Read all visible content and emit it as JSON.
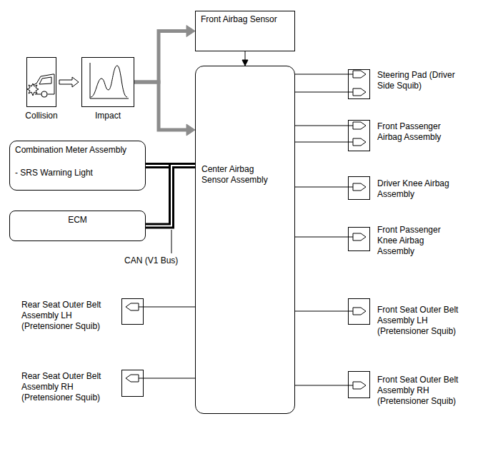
{
  "diagram": {
    "nodes": [
      {
        "text": [
          "Front Airbag Sensor"
        ]
      },
      {
        "text": [
          "Collision"
        ]
      },
      {
        "text": [
          "Impact"
        ]
      },
      {
        "text": [
          "Center Airbag Sensor Assembly"
        ]
      },
      {
        "text": [
          "Steering Pad (Driver Side Squib)"
        ]
      },
      {
        "text": [
          "Front Passenger Airbag Assembly"
        ]
      },
      {
        "text": [
          "Combination Meter Assembly",
          "- SRS Warning Light"
        ]
      },
      {
        "text": [
          "Driver Knee Airbag Assembly"
        ]
      },
      {
        "text": [
          "ECM"
        ]
      },
      {
        "text": [
          "Front Passenger Knee Airbag Assembly"
        ]
      },
      {
        "text": [
          "Rear Seat Outer Belt Assembly LH (Pretensioner Squib)"
        ]
      },
      {
        "text": [
          "Front Seat Outer Belt Assembly LH (Pretensioner Squib)"
        ]
      },
      {
        "text": [
          "Rear Seat Outer Belt Assembly RH (Pretensioner Squib)"
        ]
      },
      {
        "text": [
          "Front Seat Outer Belt Assembly RH (Pretensioner Squib)"
        ]
      }
    ],
    "edges": [
      {
        "from": 1,
        "to": 2,
        "arrow": "to"
      },
      {
        "from": 2,
        "to": 0,
        "arrow": "to"
      },
      {
        "from": 2,
        "to": 3,
        "arrow": "to"
      },
      {
        "from": 0,
        "to": 3,
        "arrow": "to"
      },
      {
        "from": 3,
        "to": 4,
        "arrow": "none"
      },
      {
        "from": 3,
        "to": 5,
        "arrow": "none"
      },
      {
        "from": 3,
        "to": 7,
        "arrow": "none"
      },
      {
        "from": 3,
        "to": 9,
        "arrow": "none"
      },
      {
        "from": 3,
        "to": 10,
        "arrow": "none"
      },
      {
        "from": 3,
        "to": 11,
        "arrow": "none"
      },
      {
        "from": 3,
        "to": 12,
        "arrow": "none"
      },
      {
        "from": 3,
        "to": 13,
        "arrow": "none"
      },
      {
        "from": 3,
        "to": 6,
        "arrow": "none"
      },
      {
        "from": 3,
        "to": 8,
        "arrow": "none"
      }
    ],
    "labels": [
      "CAN (V1 Bus)"
    ]
  }
}
